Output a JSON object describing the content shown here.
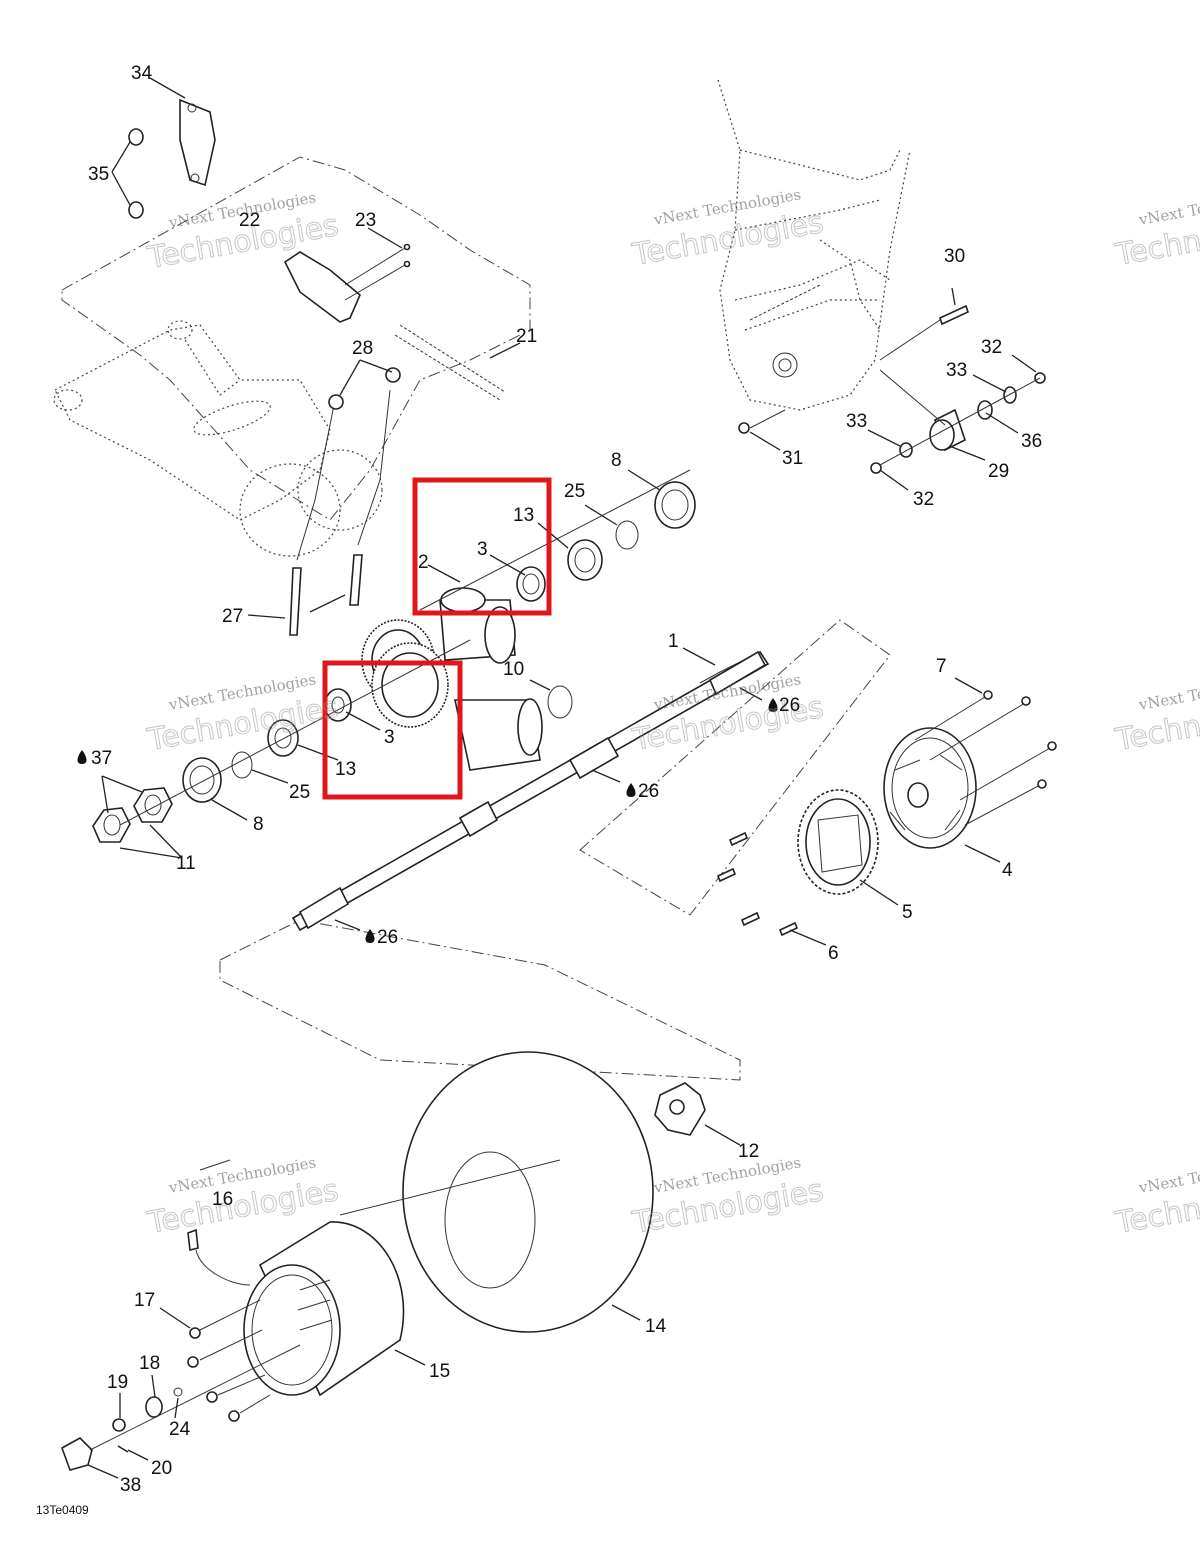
{
  "diagram": {
    "figure_code": "13Te0409",
    "watermark_line1": "vNext Technologies",
    "watermark_line2": "Technologies",
    "highlight_color": "#e0161b",
    "callouts": {
      "c1": "1",
      "c2": "2",
      "c3a": "3",
      "c3b": "3",
      "c4": "4",
      "c5": "5",
      "c6": "6",
      "c7": "7",
      "c8a": "8",
      "c8b": "8",
      "c10": "10",
      "c11": "11",
      "c12": "12",
      "c13a": "13",
      "c13b": "13",
      "c14": "14",
      "c15": "15",
      "c16": "16",
      "c17": "17",
      "c18": "18",
      "c19": "19",
      "c20": "20",
      "c21": "21",
      "c22": "22",
      "c23": "23",
      "c24": "24",
      "c25a": "25",
      "c25b": "25",
      "c26a": "26",
      "c26b": "26",
      "c26c": "26",
      "c27": "27",
      "c28": "28",
      "c29": "29",
      "c30": "30",
      "c31": "31",
      "c32a": "32",
      "c32b": "32",
      "c33a": "33",
      "c33b": "33",
      "c34": "34",
      "c35": "35",
      "c36": "36",
      "c37": "37",
      "c38": "38"
    }
  }
}
